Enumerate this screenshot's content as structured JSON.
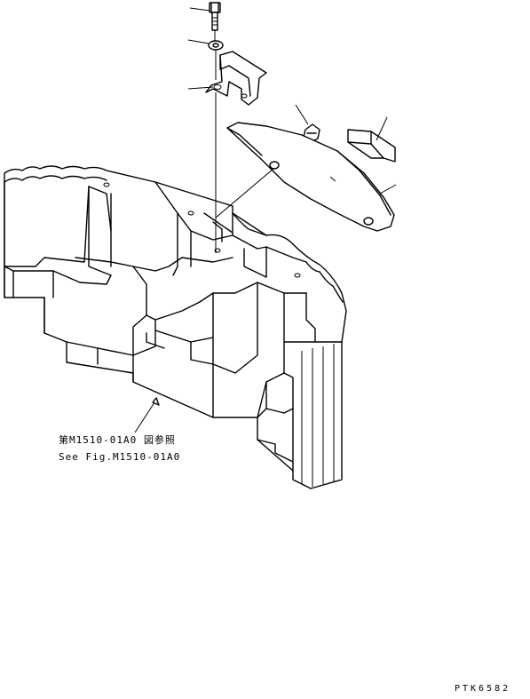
{
  "reference_note": {
    "japanese": "第M1510-01A0 図参照",
    "english": "See Fig.M1510-01A0"
  },
  "drawing_code": "PTK6582"
}
